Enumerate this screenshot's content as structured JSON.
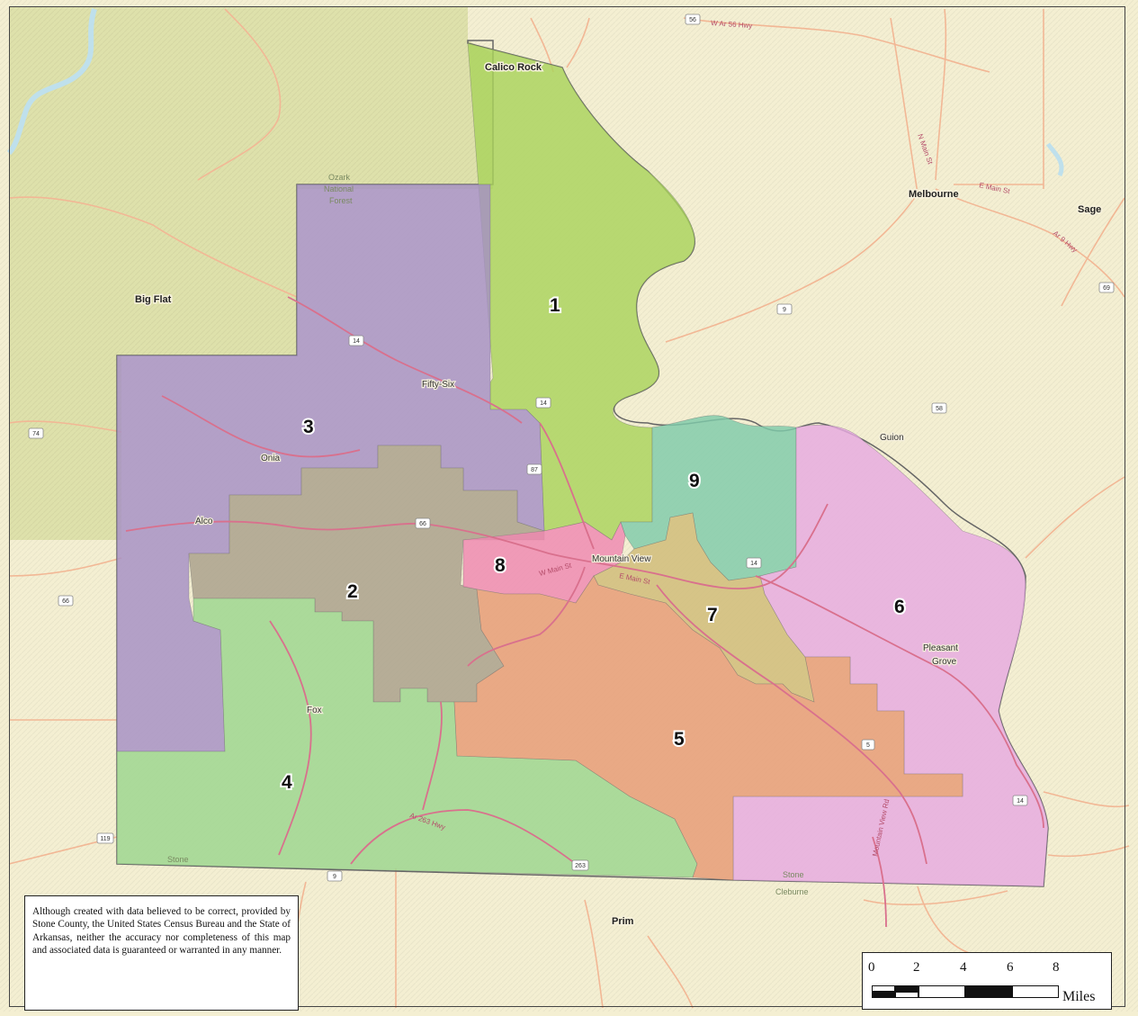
{
  "places": [
    {
      "id": "calico-rock",
      "name": "Calico Rock"
    },
    {
      "id": "melbourne",
      "name": "Melbourne"
    },
    {
      "id": "sage",
      "name": "Sage"
    },
    {
      "id": "big-flat",
      "name": "Big Flat"
    },
    {
      "id": "fifty-six",
      "name": "Fifty-Six"
    },
    {
      "id": "onia",
      "name": "Onia"
    },
    {
      "id": "alco",
      "name": "Alco"
    },
    {
      "id": "guion",
      "name": "Guion"
    },
    {
      "id": "mountain-view",
      "name": "Mountain View"
    },
    {
      "id": "pleasant-grove-1",
      "name": "Pleasant"
    },
    {
      "id": "pleasant-grove-2",
      "name": "Grove"
    },
    {
      "id": "fox",
      "name": "Fox"
    },
    {
      "id": "prim",
      "name": "Prim"
    }
  ],
  "forest_labels": [
    "Ozark",
    "National",
    "Forest",
    "Stone",
    "Stone",
    "Cleburne"
  ],
  "districts": [
    {
      "number": "1",
      "color": "#a9d35c"
    },
    {
      "number": "2",
      "color": "#a89f8a"
    },
    {
      "number": "3",
      "color": "#a58fc5"
    },
    {
      "number": "4",
      "color": "#9bd58e"
    },
    {
      "number": "5",
      "color": "#e79a74"
    },
    {
      "number": "6",
      "color": "#e6a9e0"
    },
    {
      "number": "7",
      "color": "#cfbb76"
    },
    {
      "number": "8",
      "color": "#ef87b1"
    },
    {
      "number": "9",
      "color": "#7fcaa9"
    }
  ],
  "road_labels": [
    "E Main St",
    "N Main St",
    "W Main St",
    "E Main St",
    "Ar 263 Hwy",
    "Mountain View Rd",
    "W Ar 56 Hwy",
    "Ar 9 Hwy"
  ],
  "shields": [
    "56",
    "14",
    "14",
    "87",
    "66",
    "14",
    "9",
    "58",
    "69",
    "74",
    "66",
    "119",
    "9",
    "263",
    "14",
    "5"
  ],
  "disclaimer": "Although created with data believed to be correct, provided by Stone County, the United States Census Bureau and the State of Arkansas, neither the accuracy nor completeness of this map and associated data is guaranteed or warranted in any manner.",
  "scale_bar": {
    "ticks": [
      "0",
      "2",
      "4",
      "6",
      "8"
    ],
    "unit": "Miles"
  },
  "colors": {
    "background": "#f4efd2",
    "forest": "#d9dea4",
    "roads": "#f2b795",
    "water": "#bfe0ec"
  }
}
